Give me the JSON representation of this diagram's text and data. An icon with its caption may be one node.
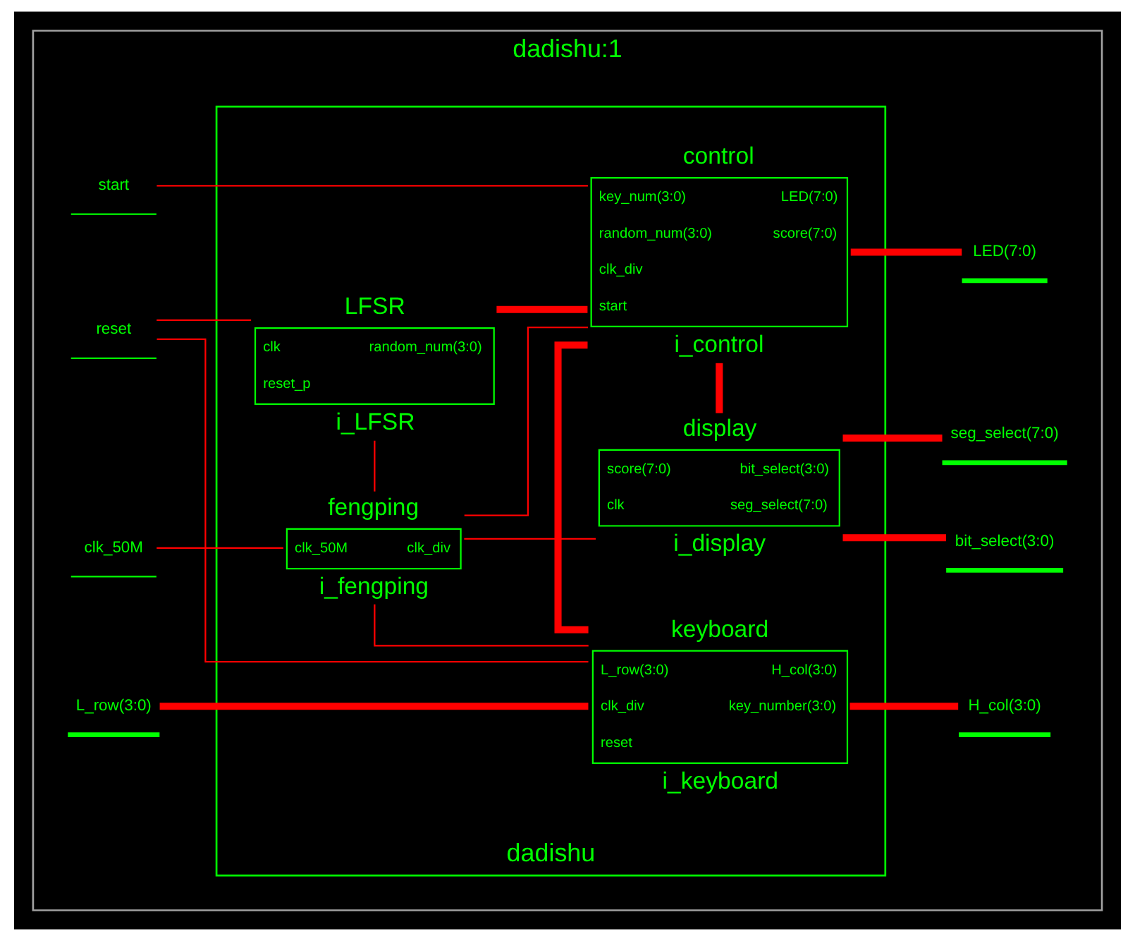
{
  "diagram": {
    "nodes": [
      {
        "text": [
          "dadishu:1"
        ]
      },
      {
        "text": [
          "dadishu"
        ],
        "in": 0
      },
      {
        "text": [
          "LFSR",
          "clk",
          "reset_p",
          "random_num(3:0)",
          "i_LFSR"
        ],
        "in": 1
      },
      {
        "text": [
          "control",
          "key_num(3:0)",
          "random_num(3:0)",
          "clk_div",
          "start",
          "LED(7:0)",
          "score(7:0)",
          "i_control"
        ],
        "in": 1
      },
      {
        "text": [
          "reset"
        ],
        "in": 0
      },
      {
        "text": [
          "LED(7:0)"
        ],
        "in": 0
      },
      {
        "text": [
          "start"
        ],
        "in": 0
      },
      {
        "text": [
          "fengping",
          "clk_50M",
          "clk_div",
          "i_fengping"
        ],
        "in": 1
      },
      {
        "text": [
          "display",
          "score(7:0)",
          "clk",
          "bit_select(3:0)",
          "seg_select(7:0)",
          "i_display"
        ],
        "in": 1
      },
      {
        "text": [
          "clk_50M"
        ],
        "in": 0
      },
      {
        "text": [
          "bit_select(3:0)"
        ],
        "in": 0
      },
      {
        "text": [
          "seg_select(7:0)"
        ],
        "in": 0
      },
      {
        "text": [
          "keyboard",
          "L_row(3:0)",
          "clk_div",
          "reset",
          "H_col(3:0)",
          "key_number(3:0)",
          "i_keyboard"
        ],
        "in": 1
      },
      {
        "text": [
          "L_row(3:0)"
        ],
        "in": 0
      },
      {
        "text": [
          "H_col(3:0)"
        ],
        "in": 0
      }
    ],
    "edges": [
      {
        "from": 4,
        "to": 2,
        "arrow": "none"
      },
      {
        "from": 4,
        "to": 12,
        "arrow": "none"
      },
      {
        "from": 6,
        "to": 3,
        "arrow": "none"
      },
      {
        "from": 9,
        "to": 7,
        "arrow": "none"
      },
      {
        "from": 7,
        "to": 2,
        "arrow": "none"
      },
      {
        "from": 7,
        "to": 3,
        "arrow": "none"
      },
      {
        "from": 7,
        "to": 8,
        "arrow": "none"
      },
      {
        "from": 7,
        "to": 12,
        "arrow": "none"
      },
      {
        "from": 2,
        "to": 3,
        "arrow": "none",
        "style": "thick"
      },
      {
        "from": 12,
        "to": 3,
        "arrow": "none",
        "style": "thick"
      },
      {
        "from": 3,
        "to": 5,
        "arrow": "none",
        "style": "thick"
      },
      {
        "from": 3,
        "to": 8,
        "arrow": "none",
        "style": "thick"
      },
      {
        "from": 8,
        "to": 10,
        "arrow": "none",
        "style": "thick"
      },
      {
        "from": 8,
        "to": 11,
        "arrow": "none",
        "style": "thick"
      },
      {
        "from": 13,
        "to": 12,
        "arrow": "none",
        "style": "thick"
      },
      {
        "from": 12,
        "to": 14,
        "arrow": "none",
        "style": "thick"
      }
    ]
  }
}
